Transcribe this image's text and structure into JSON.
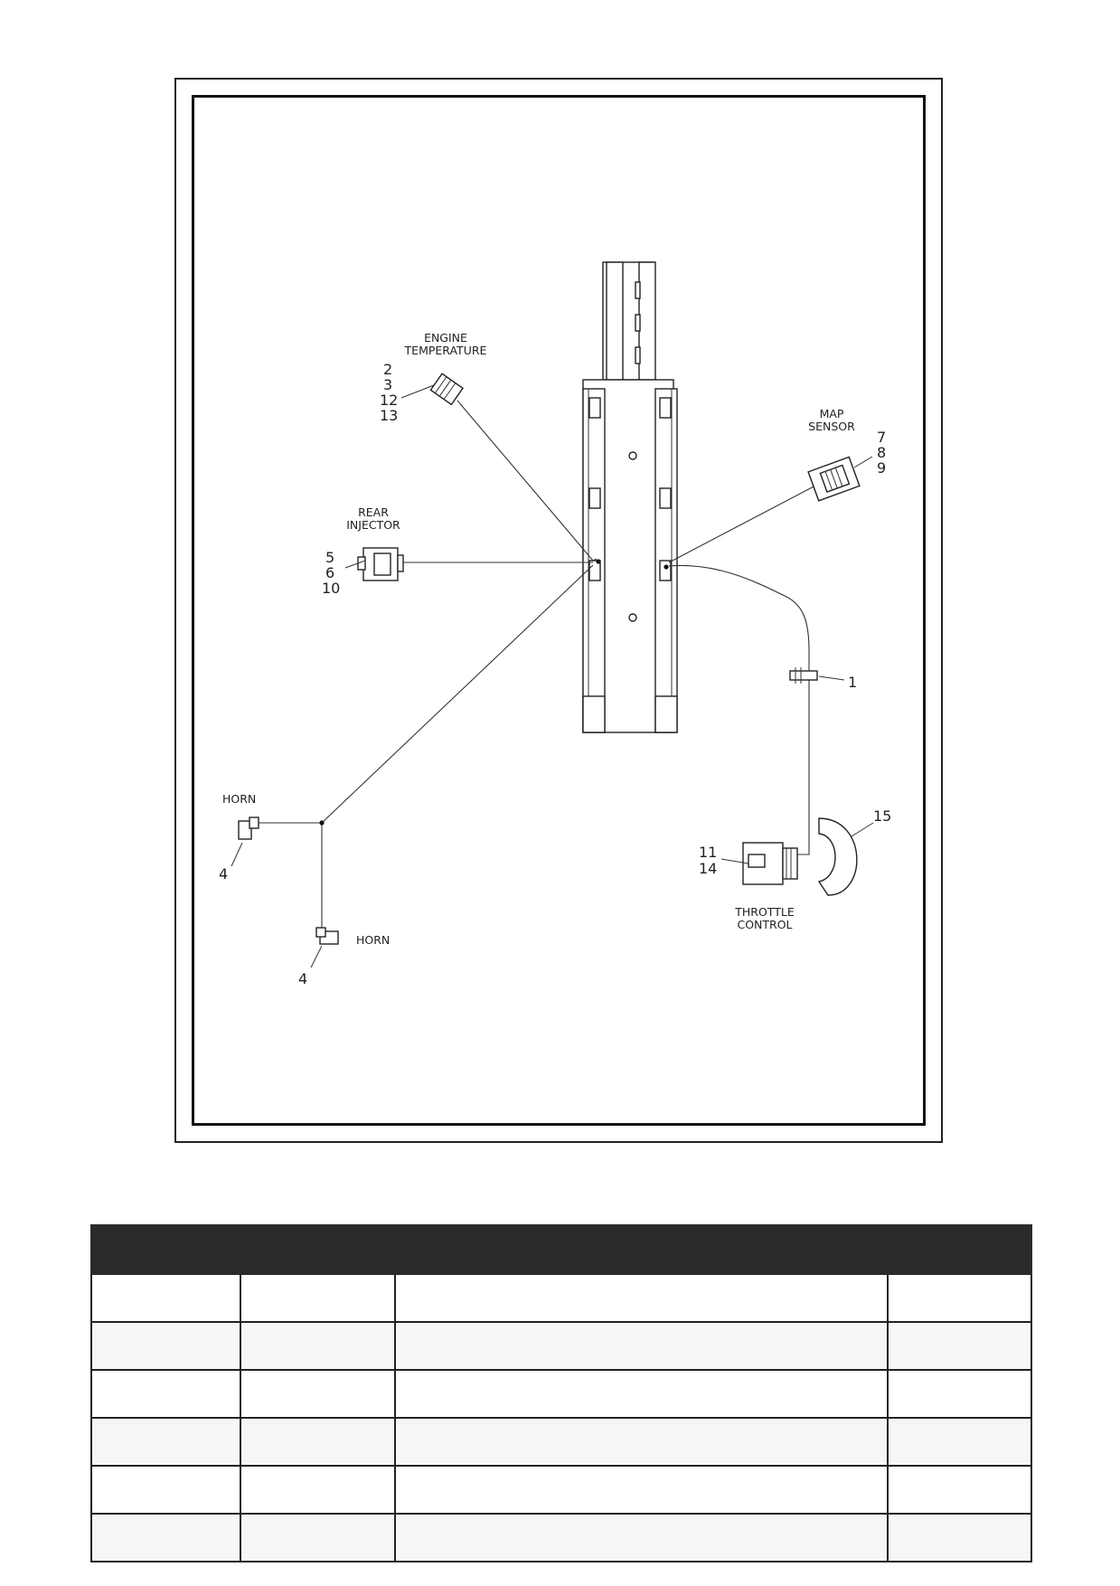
{
  "diagram": {
    "labels": {
      "engine_temperature": [
        "ENGINE",
        "TEMPERATURE"
      ],
      "map_sensor": [
        "MAP",
        "SENSOR"
      ],
      "rear_injector": [
        "REAR",
        "INJECTOR"
      ],
      "horn_left": "HORN",
      "horn_right": "HORN",
      "throttle_control": [
        "THROTTLE",
        "CONTROL"
      ]
    },
    "callouts": {
      "engine_temperature": [
        "2",
        "3",
        "12",
        "13"
      ],
      "map_sensor": [
        "7",
        "8",
        "9"
      ],
      "rear_injector": [
        "5",
        "6",
        "10"
      ],
      "fuse": "1",
      "horn_left": "4",
      "horn_right": "4",
      "throttle_control": [
        "11",
        "14"
      ],
      "throttle_clip": "15"
    }
  },
  "parts_table": {
    "header_color": "#2b2a29",
    "columns": [
      "",
      "",
      "",
      ""
    ],
    "rows": [
      [
        "",
        "",
        "",
        ""
      ],
      [
        "",
        "",
        "",
        ""
      ],
      [
        "",
        "",
        "",
        ""
      ],
      [
        "",
        "",
        "",
        ""
      ],
      [
        "",
        "",
        "",
        ""
      ],
      [
        "",
        "",
        "",
        ""
      ]
    ]
  }
}
